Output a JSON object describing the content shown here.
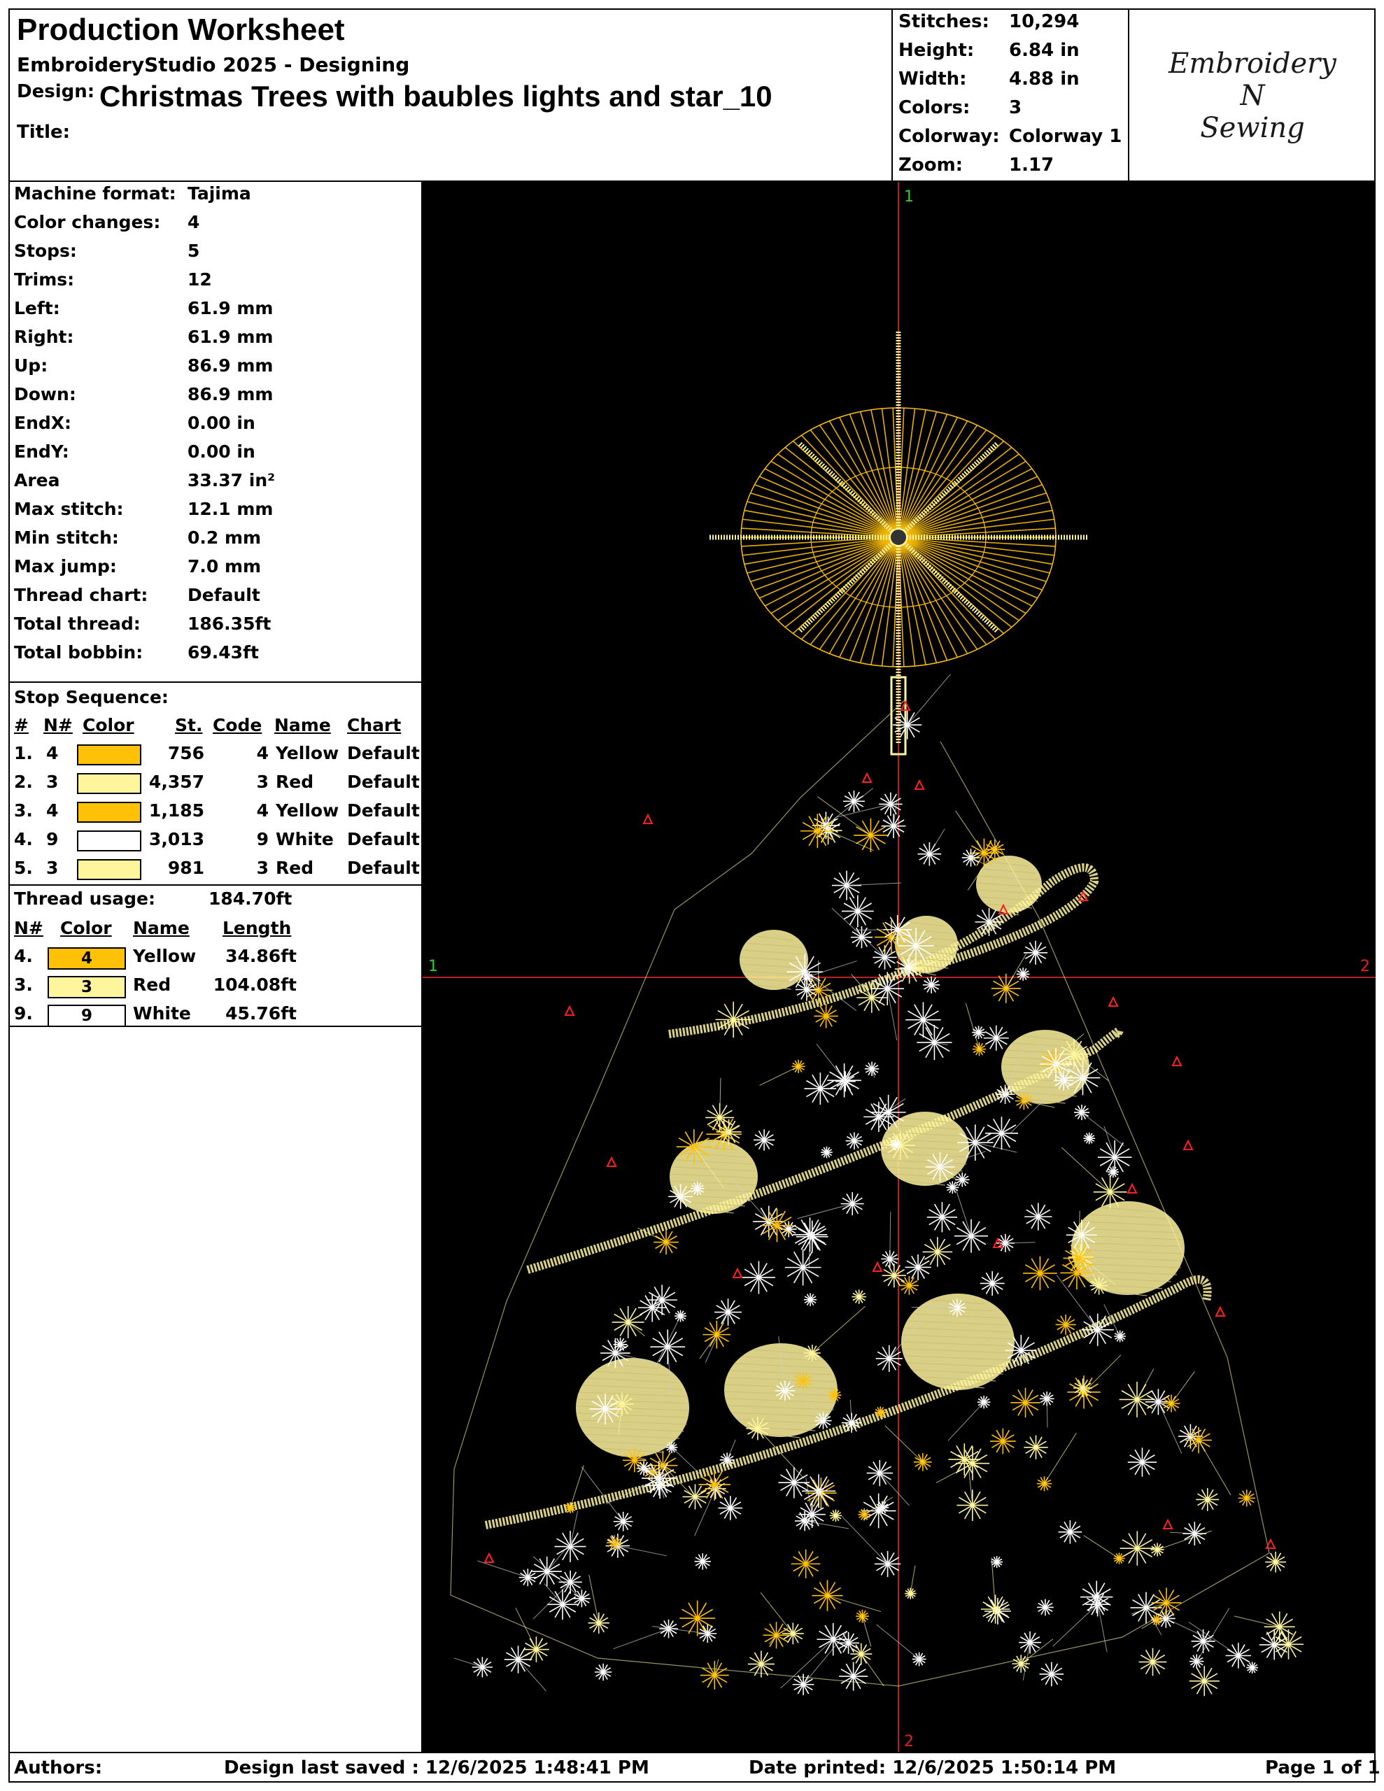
{
  "header": {
    "title": "Production Worksheet",
    "software": "EmbroideryStudio 2025 - Designing",
    "design_label": "Design:",
    "design_name": "Christmas Trees with baubles lights and star_10",
    "title_label": "Title:",
    "title_value": ""
  },
  "summary": [
    {
      "label": "Stitches:",
      "value": "10,294"
    },
    {
      "label": "Height:",
      "value": "6.84 in"
    },
    {
      "label": "Width:",
      "value": "4.88 in"
    },
    {
      "label": "Colors:",
      "value": "3"
    },
    {
      "label": "Colorway:",
      "value": "Colorway 1"
    },
    {
      "label": "Zoom:",
      "value": "1.17"
    }
  ],
  "logo": {
    "line1": "Embroidery",
    "line2": "N",
    "line3": "Sewing"
  },
  "specs": [
    {
      "label": "Machine format:",
      "value": "Tajima"
    },
    {
      "label": "Color changes:",
      "value": "4"
    },
    {
      "label": "Stops:",
      "value": "5"
    },
    {
      "label": "Trims:",
      "value": "12"
    },
    {
      "label": "Left:",
      "value": "61.9 mm"
    },
    {
      "label": "Right:",
      "value": "61.9 mm"
    },
    {
      "label": "Up:",
      "value": "86.9 mm"
    },
    {
      "label": "Down:",
      "value": "86.9 mm"
    },
    {
      "label": "EndX:",
      "value": "0.00 in"
    },
    {
      "label": "EndY:",
      "value": "0.00 in"
    },
    {
      "label": "Area",
      "value": " 33.37 in²"
    },
    {
      "label": "Max stitch:",
      "value": "12.1 mm"
    },
    {
      "label": "Min stitch:",
      "value": "0.2 mm"
    },
    {
      "label": "Max jump:",
      "value": "7.0 mm"
    },
    {
      "label": "Thread chart:",
      "value": "Default"
    },
    {
      "label": "Total thread:",
      "value": "186.35ft"
    },
    {
      "label": "Total bobbin:",
      "value": "69.43ft"
    }
  ],
  "stop_sequence": {
    "title": "Stop Sequence:",
    "headers": {
      "num": "#",
      "n": "N#",
      "color": "Color",
      "st": "St.",
      "code": "Code",
      "name": "Name",
      "chart": "Chart"
    },
    "rows": [
      {
        "num": "1.",
        "n": "4",
        "color": "#FFC107",
        "st": "756",
        "code": "4",
        "name": "Yellow",
        "chart": "Default"
      },
      {
        "num": "2.",
        "n": "3",
        "color": "#FFF59D",
        "st": "4,357",
        "code": "3",
        "name": "Red",
        "chart": "Default"
      },
      {
        "num": "3.",
        "n": "4",
        "color": "#FFC107",
        "st": "1,185",
        "code": "4",
        "name": "Yellow",
        "chart": "Default"
      },
      {
        "num": "4.",
        "n": "9",
        "color": "#FFFFFF",
        "st": "3,013",
        "code": "9",
        "name": "White",
        "chart": "Default"
      },
      {
        "num": "5.",
        "n": "3",
        "color": "#FFF59D",
        "st": "981",
        "code": "3",
        "name": "Red",
        "chart": "Default"
      }
    ]
  },
  "thread_usage": {
    "label": "Thread usage:",
    "total": "184.70ft",
    "headers": {
      "n": "N#",
      "color": "Color",
      "name": "Name",
      "length": "Length"
    },
    "rows": [
      {
        "n": "4.",
        "code": "4",
        "color": "#FFC107",
        "name": "Yellow",
        "length": "34.86ft"
      },
      {
        "n": "3.",
        "code": "3",
        "color": "#FFF59D",
        "name": "Red",
        "length": "104.08ft"
      },
      {
        "n": "9.",
        "code": "9",
        "color": "#FFFFFF",
        "name": "White",
        "length": "45.76ft"
      }
    ]
  },
  "canvas": {
    "axis_labels": {
      "top": "1",
      "left": "1",
      "right": "2",
      "bottom": "2"
    },
    "background": "#000000",
    "crosshair_color": "#B22222",
    "axis_label_color_v": "#33CC33",
    "axis_label_color_h": "#33CC33",
    "axis_label_color_right": "#DD2222",
    "thread_colors": {
      "yellow": "#FFC107",
      "cream": "#FFF59D",
      "white": "#FFFFFF",
      "marker": "#FF2020"
    }
  },
  "footer": {
    "authors": "Authors:",
    "saved": "Design last saved : 12/6/2025 1:48:41 PM",
    "printed": "Date printed: 12/6/2025 1:50:14 PM",
    "page": "Page 1 of 1"
  }
}
